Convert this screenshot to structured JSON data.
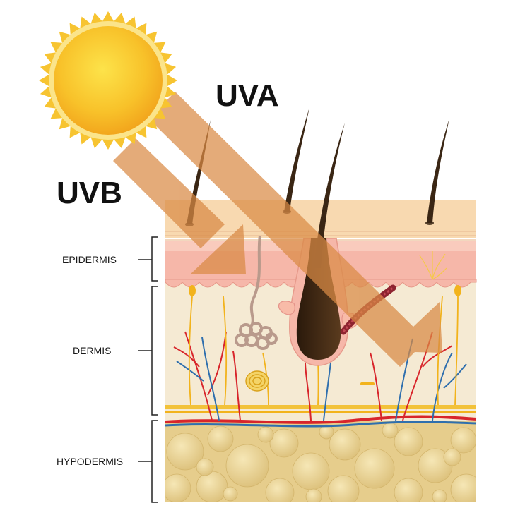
{
  "rays": {
    "uva_label": "UVA",
    "uvb_label": "UVB"
  },
  "layers": {
    "epidermis": "EPIDERMIS",
    "dermis": "DERMIS",
    "hypodermis": "HYPODERMIS"
  },
  "colors": {
    "sun_core": "#f6b51e",
    "sun_rays": "#f7c431",
    "ray_beam": "#d98a45",
    "stratum_corneum": "#f8d9b0",
    "epidermis": "#f6b7a9",
    "dermis": "#f5ead3",
    "hypodermis_fat": "#e6cd8c",
    "hair": "#3a2614",
    "artery": "#d8252b",
    "vein": "#2f6fae",
    "nerve": "#f2b31c"
  }
}
